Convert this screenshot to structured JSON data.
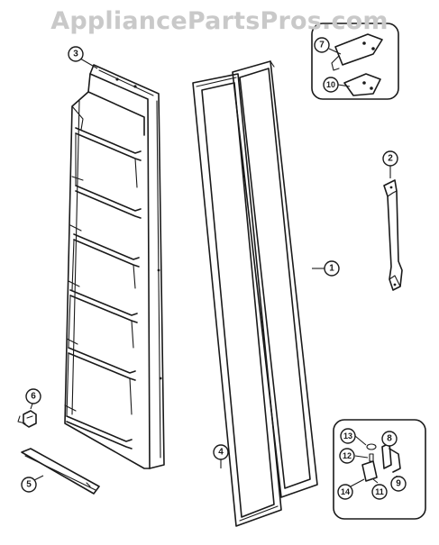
{
  "watermark": "AppliancePartsPros.com",
  "callouts": [
    {
      "id": "1",
      "label": "1"
    },
    {
      "id": "2",
      "label": "2"
    },
    {
      "id": "3",
      "label": "3"
    },
    {
      "id": "4",
      "label": "4"
    },
    {
      "id": "5",
      "label": "5"
    },
    {
      "id": "6",
      "label": "6"
    },
    {
      "id": "7",
      "label": "7"
    },
    {
      "id": "8",
      "label": "8"
    },
    {
      "id": "9",
      "label": "9"
    },
    {
      "id": "10",
      "label": "10"
    },
    {
      "id": "11",
      "label": "11"
    },
    {
      "id": "12",
      "label": "12"
    },
    {
      "id": "13",
      "label": "13"
    },
    {
      "id": "14",
      "label": "14"
    }
  ]
}
